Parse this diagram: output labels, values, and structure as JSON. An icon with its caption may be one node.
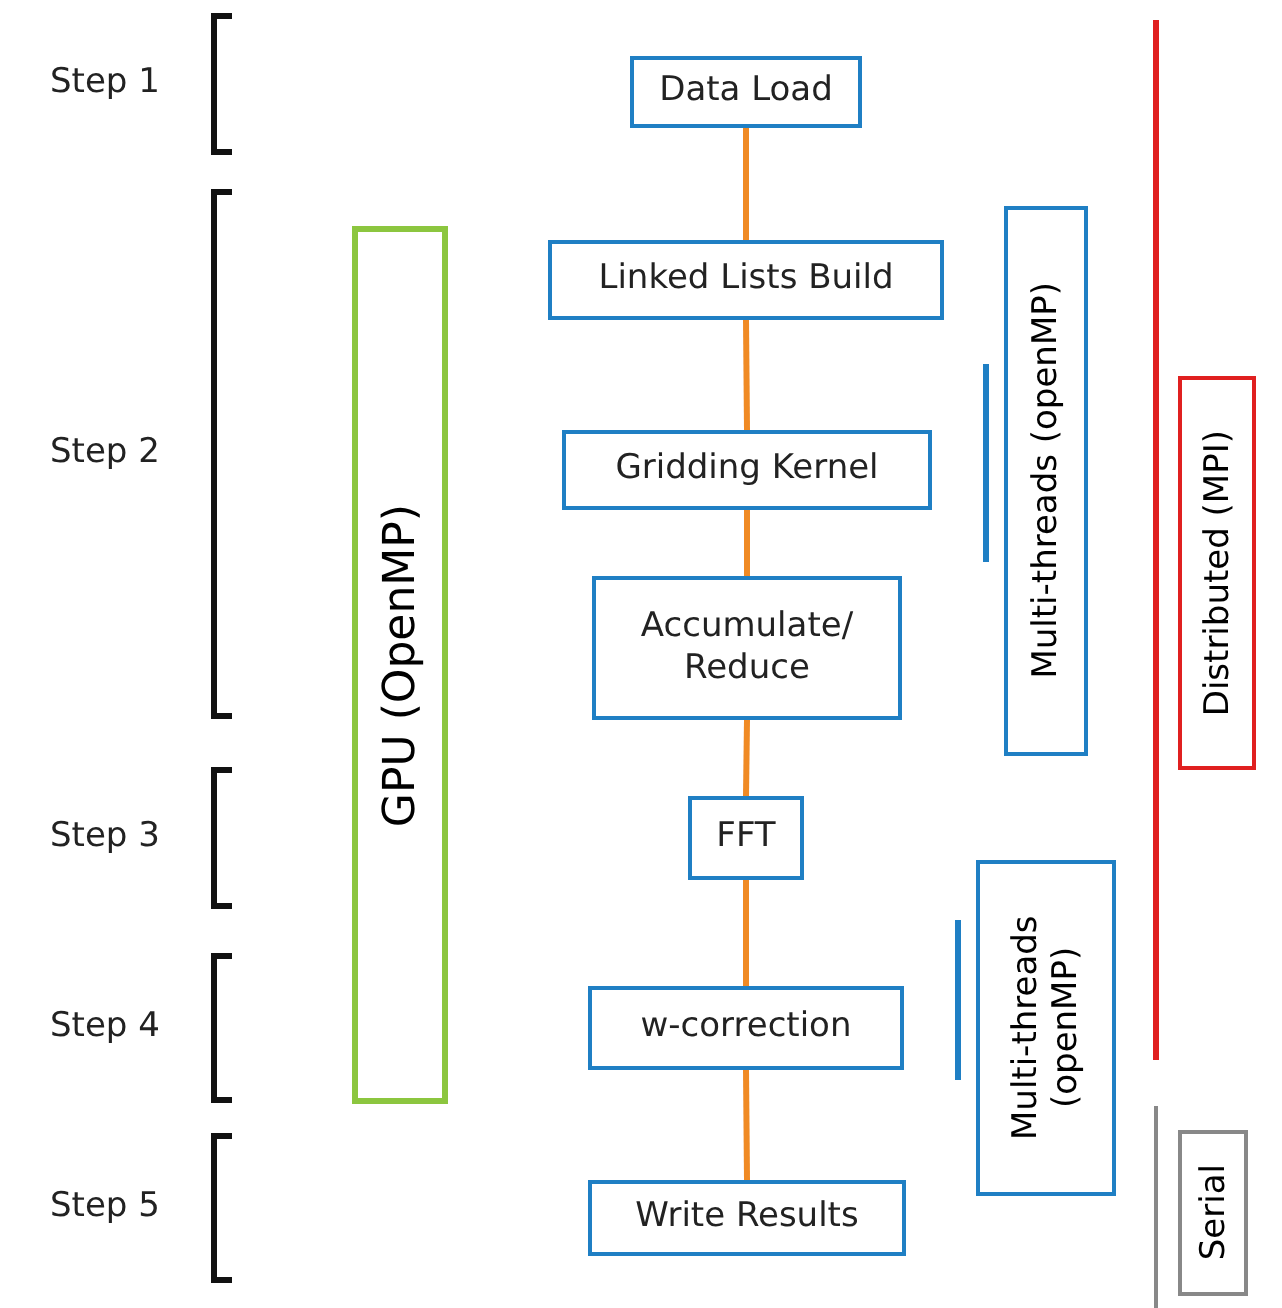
{
  "diagram": {
    "nodes": [
      {
        "text": [
          "Data Load"
        ]
      },
      {
        "text": [
          "Linked Lists Build"
        ]
      },
      {
        "text": [
          "Gridding Kernel"
        ]
      },
      {
        "text": [
          "Accumulate/ Reduce"
        ]
      },
      {
        "text": [
          "FFT"
        ]
      },
      {
        "text": [
          "w-correction"
        ]
      },
      {
        "text": [
          "Write Results"
        ]
      },
      {
        "text": [
          "GPU (OpenMP)"
        ]
      },
      {
        "text": [
          "Multi-threads (openMP)"
        ]
      },
      {
        "text": [
          "Multi-threads (openMP)"
        ]
      },
      {
        "text": [
          "Distributed (MPI)"
        ]
      },
      {
        "text": [
          "Serial"
        ]
      }
    ],
    "edges": [
      {
        "from": 0,
        "to": 1,
        "arrow": "none"
      },
      {
        "from": 1,
        "to": 2,
        "arrow": "none"
      },
      {
        "from": 2,
        "to": 3,
        "arrow": "none"
      },
      {
        "from": 3,
        "to": 4,
        "arrow": "none"
      },
      {
        "from": 4,
        "to": 5,
        "arrow": "none"
      },
      {
        "from": 5,
        "to": 6,
        "arrow": "none"
      }
    ],
    "labels": [
      "Step 1",
      "Step 2",
      "Step 3",
      "Step 4",
      "Step 5"
    ]
  }
}
